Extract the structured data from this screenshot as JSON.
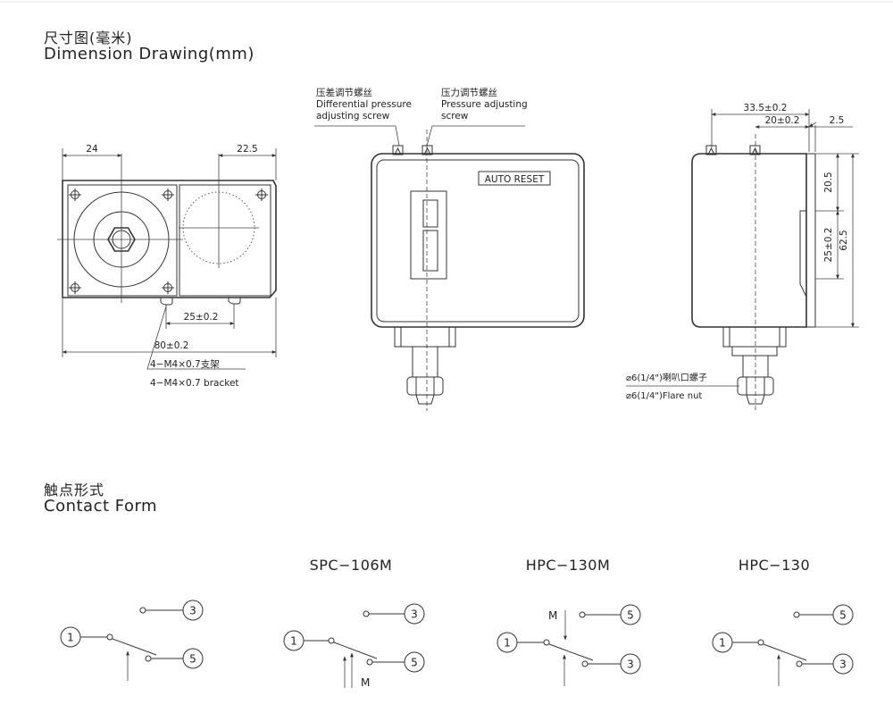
{
  "dimension_section": {
    "title_cn": "尺寸图(毫米)",
    "title_en": "Dimension Drawing(mm)"
  },
  "front_view": {
    "dim_left": "24",
    "dim_right": "22.5",
    "dim_spacing": "25±0.2",
    "dim_total": "80±0.2",
    "bracket_cn": "4−M4×0.7支架",
    "bracket_en": "4−M4×0.7 bracket"
  },
  "middle_view": {
    "diff_screw_cn": "压差调节螺丝",
    "diff_screw_en_1": "Differential pressure",
    "diff_screw_en_2": "adjusting screw",
    "press_screw_cn": "压力调节螺丝",
    "press_screw_en_1": "Pressure adjusting",
    "press_screw_en_2": "screw",
    "auto_reset": "AUTO RESET"
  },
  "side_view": {
    "dim_top": "33.5±0.2",
    "dim_mid": "20±0.2",
    "dim_edge": "2.5",
    "dim_v1": "20.5",
    "dim_v2": "25±0.2",
    "dim_v3": "62.5",
    "flare_cn": "⌀6(1/4\")喇叭口螺子",
    "flare_en": "⌀6(1/4\")Flare nut"
  },
  "contact_section": {
    "title_cn": "触点形式",
    "title_en": "Contact Form"
  },
  "contact_forms": [
    {
      "model": "",
      "top_terminal": "3",
      "common": "1",
      "bottom_terminal": "5",
      "m_label": ""
    },
    {
      "model": "SPC−106M",
      "top_terminal": "3",
      "common": "1",
      "bottom_terminal": "5",
      "m_label": "M"
    },
    {
      "model": "HPC−130M",
      "top_terminal": "5",
      "common": "1",
      "bottom_terminal": "3",
      "m_label": "M"
    },
    {
      "model": "HPC−130",
      "top_terminal": "5",
      "common": "1",
      "bottom_terminal": "3",
      "m_label": ""
    }
  ]
}
